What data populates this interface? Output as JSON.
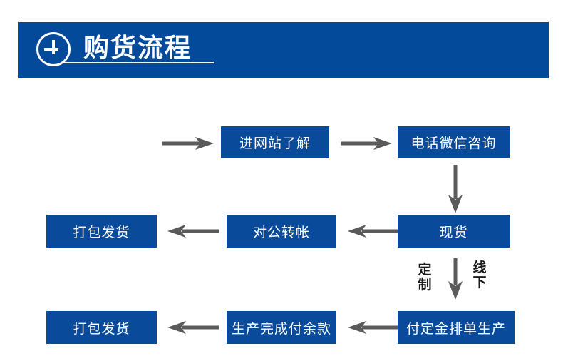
{
  "header": {
    "icon": "circled-plus-icon",
    "title": "购货流程",
    "background_color": "#034a9a",
    "text_color": "#ffffff"
  },
  "theme": {
    "box_blue": "#0a4a9a",
    "arrow_gray": "#5a5a5a",
    "page_background": "#ffffff"
  },
  "flow": {
    "boxes": [
      {
        "id": "enter-website",
        "label": "进网站了解"
      },
      {
        "id": "phone-wechat-consult",
        "label": "电话微信咨询"
      },
      {
        "id": "in-stock",
        "label": "现货"
      },
      {
        "id": "corporate-transfer",
        "label": "对公转帐"
      },
      {
        "id": "pack-and-ship-stock",
        "label": "打包发货"
      },
      {
        "id": "deposit-schedule-production",
        "label": "付定金排单生产"
      },
      {
        "id": "pay-balance-after-production",
        "label": "生产完成付余款"
      },
      {
        "id": "pack-and-ship-custom",
        "label": "打包发货"
      }
    ],
    "annotations": [
      {
        "id": "custom-made",
        "label": "定制",
        "chars": [
          "定",
          "制"
        ]
      },
      {
        "id": "offline",
        "label": "线下",
        "chars": [
          "线",
          "下"
        ]
      }
    ],
    "arrows": [
      {
        "id": "arrow-start-to-website",
        "direction": "right"
      },
      {
        "id": "arrow-website-to-consult",
        "direction": "right"
      },
      {
        "id": "arrow-consult-to-stock",
        "direction": "down"
      },
      {
        "id": "arrow-stock-to-transfer",
        "direction": "left"
      },
      {
        "id": "arrow-transfer-to-ship",
        "direction": "left"
      },
      {
        "id": "arrow-stock-to-custom",
        "direction": "down"
      },
      {
        "id": "arrow-deposit-to-balance",
        "direction": "left"
      },
      {
        "id": "arrow-balance-to-ship",
        "direction": "left"
      }
    ]
  }
}
